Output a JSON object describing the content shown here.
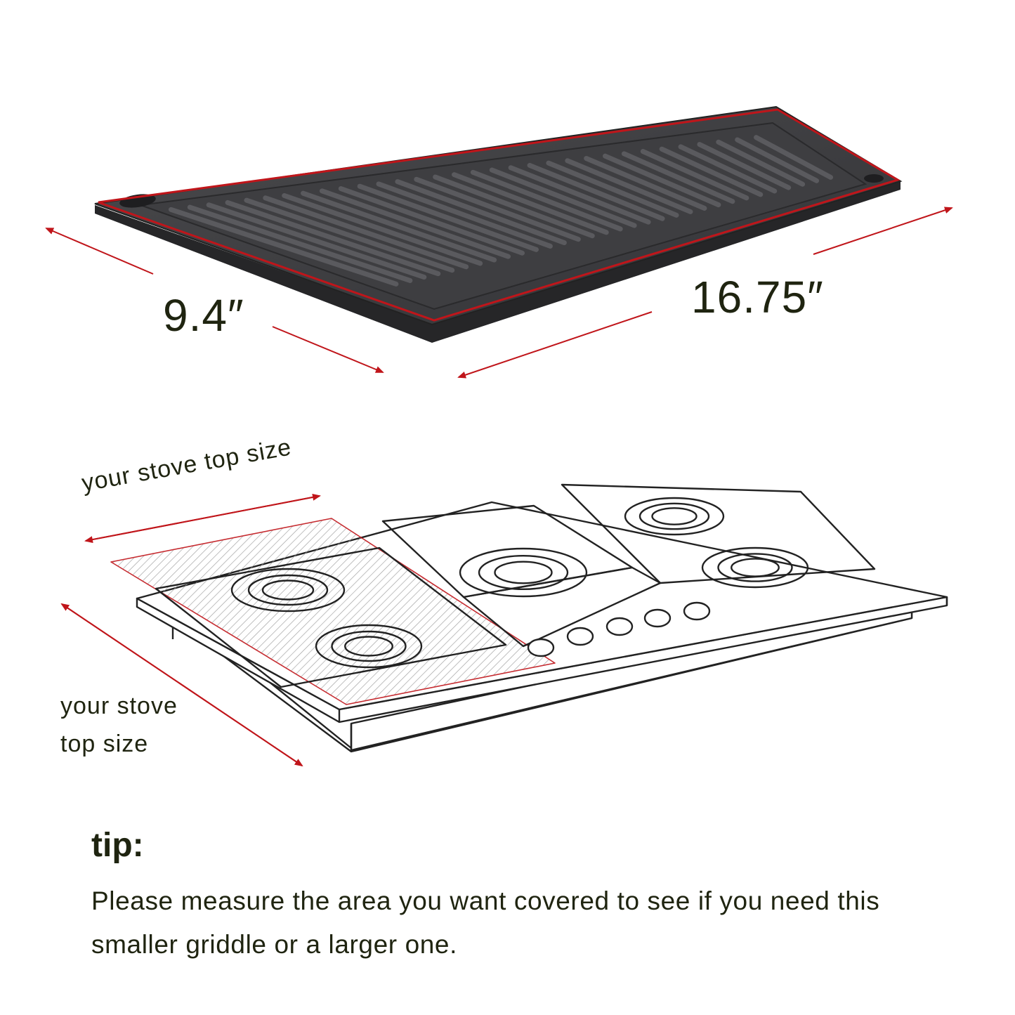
{
  "griddle": {
    "width_label": "9.4″",
    "length_label": "16.75″"
  },
  "stove": {
    "width_label": "your stove top size",
    "depth_label_line1": "your stove",
    "depth_label_line2": "top size"
  },
  "tip": {
    "title": "tip:",
    "text": "Please measure the area you want covered to see if you need this smaller griddle or a larger one."
  },
  "colors": {
    "accent": "#c0151a",
    "griddle": "#3c3c3e",
    "text": "#1f2410"
  }
}
